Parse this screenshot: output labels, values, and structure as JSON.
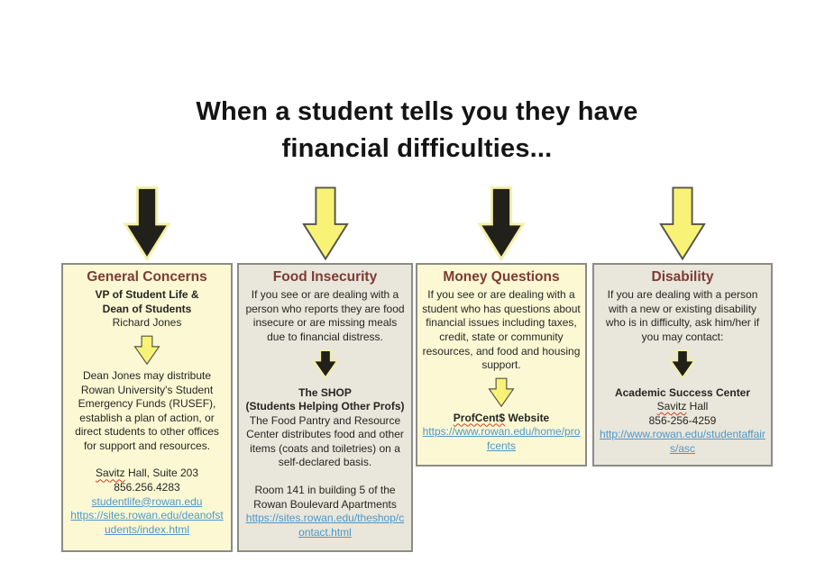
{
  "colors": {
    "bg-yellow": "#fcf8d4",
    "bg-beige": "#e9e6db",
    "card-border": "#8c8c86",
    "header": "#7d3b33",
    "text": "#262622",
    "link": "#4e97c9",
    "arrow-yellow": "#f8f376",
    "arrow-black": "#21201a",
    "arrow-outline": "#55544a",
    "arrow-glow": "#f4efa6",
    "squiggle": "#cc4125"
  },
  "title": {
    "line1": "When a student tells you they have",
    "line2": "financial difficulties..."
  },
  "cards": [
    {
      "header": "General Concerns",
      "subhead1": "VP of Student Life &",
      "subhead2": "Dean of Students",
      "contact_name": "Richard Jones",
      "body": "Dean Jones may distribute Rowan University's Student Emergency Funds (RUSEF), establish a plan of action, or direct students to other offices for support and resources.",
      "address_word": "Savitz",
      "address_rest": " Hall, Suite 203",
      "phone": "856.256.4283",
      "email_link": "studentlife@rowan.edu",
      "url_link": "https://sites.rowan.edu/deanofstudents/index.html"
    },
    {
      "header": "Food Insecurity",
      "intro": "If you see or are dealing with a person who reports they are food insecure or are missing meals due to financial distress.",
      "org_name": "The SHOP",
      "org_sub": "(Students Helping Other Profs)",
      "body": "The Food Pantry and Resource Center distributes food and other items (coats and toiletries) on a self-declared basis.",
      "location": "Room 141 in building 5 of the Rowan Boulevard Apartments",
      "url_link": "https://sites.rowan.edu/theshop/contact.html"
    },
    {
      "header": "Money Questions",
      "intro": "If you see or are dealing with a student who has questions about financial issues including taxes, credit, state or community resources, and food and housing support.",
      "org_word": "ProfCent$",
      "org_rest": " Website",
      "url_link": "https://www.rowan.edu/home/profcents"
    },
    {
      "header": "Disability",
      "intro": "If you are dealing with a person with a new or existing disability who is in difficulty, ask him/her if you may contact:",
      "org_name": "Academic Success Center",
      "hall_word": "Savitz",
      "hall_rest": " Hall",
      "phone": "856-256-4259",
      "url_link": "http://www.rowan.edu/studentaffairs/asc"
    }
  ]
}
